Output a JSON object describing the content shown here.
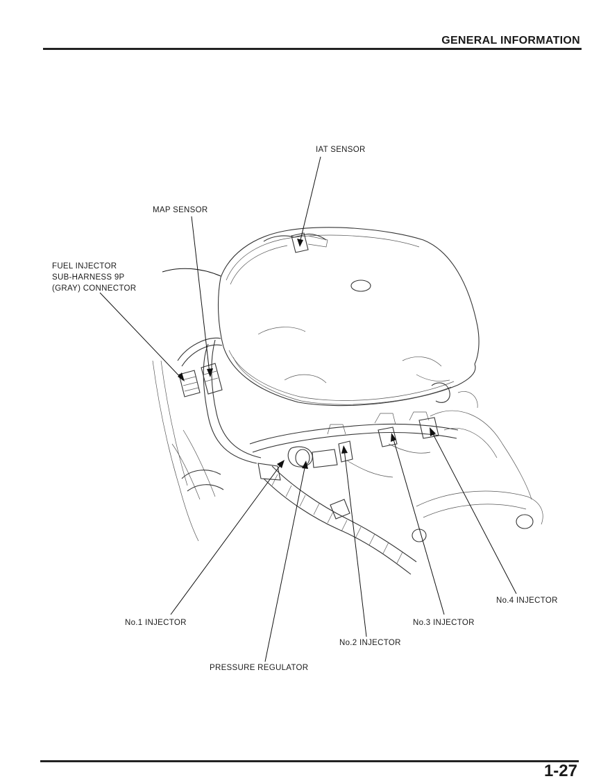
{
  "header": {
    "title": "GENERAL INFORMATION"
  },
  "footer": {
    "page_number": "1-27"
  },
  "figure": {
    "callouts": {
      "iat_sensor": "IAT SENSOR",
      "map_sensor": "MAP SENSOR",
      "fuel_injector_connector": [
        "FUEL INJECTOR",
        "SUB-HARNESS 9P",
        "(GRAY) CONNECTOR"
      ],
      "no1_injector": "No.1 INJECTOR",
      "no2_injector": "No.2 INJECTOR",
      "no3_injector": "No.3 INJECTOR",
      "no4_injector": "No.4 INJECTOR",
      "pressure_regulator": "PRESSURE REGULATOR"
    }
  }
}
